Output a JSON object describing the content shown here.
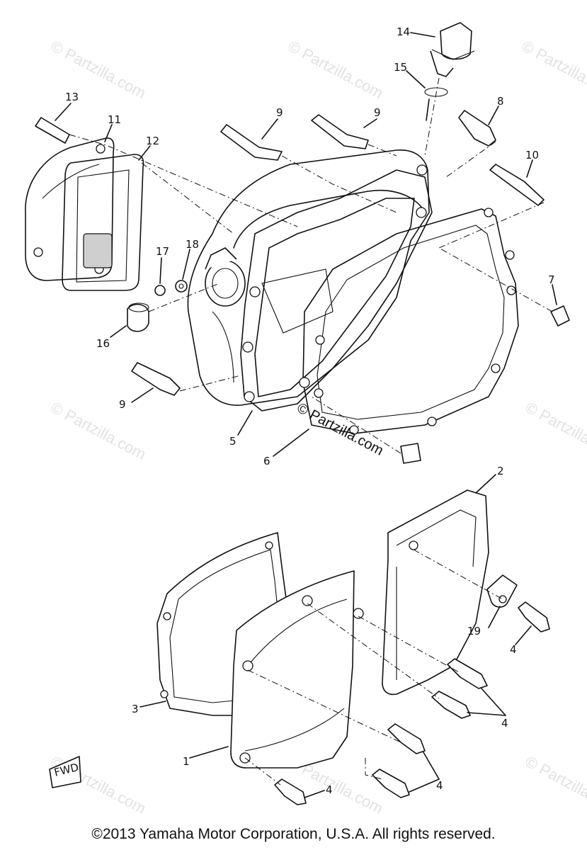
{
  "diagram": {
    "part_numbers": [
      "1",
      "2",
      "3",
      "4",
      "5",
      "6",
      "7",
      "8",
      "9",
      "10",
      "11",
      "12",
      "13",
      "14",
      "15",
      "16",
      "17",
      "18",
      "19"
    ],
    "fwd_marker": "FWD",
    "watermark_text": "© Partzilla.com",
    "center_watermark": "© Partzilla.com",
    "copyright": "©2013 Yamaha Motor Corporation, U.S.A. All rights reserved."
  }
}
